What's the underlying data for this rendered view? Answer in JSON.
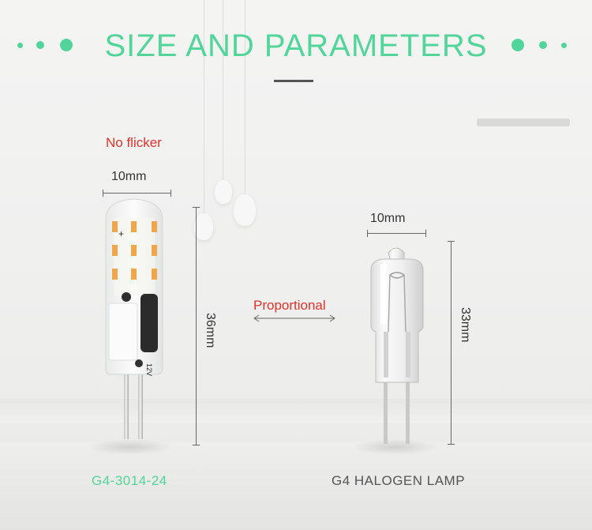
{
  "header": {
    "title": "SIZE AND PARAMETERS"
  },
  "led": {
    "feature": "No flicker",
    "width": "10mm",
    "height": "36mm",
    "model": "G4-3014-24",
    "voltage_mark": "12V"
  },
  "comparison": {
    "label": "Proportional"
  },
  "halogen": {
    "width": "10mm",
    "height": "33mm",
    "name": "G4 HALOGEN LAMP"
  },
  "colors": {
    "accent": "#52d59a",
    "highlight": "#e0322c",
    "text": "#333333"
  }
}
